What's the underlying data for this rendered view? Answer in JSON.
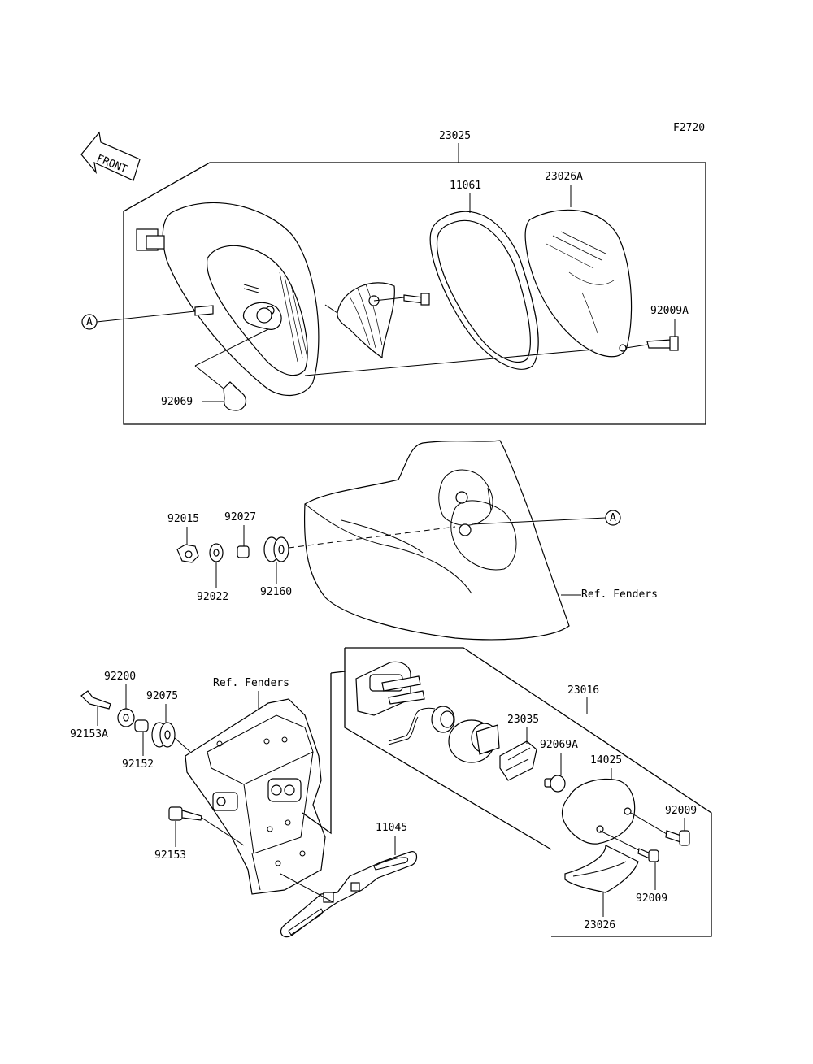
{
  "figure_id": "F2720",
  "front_label": "FRONT",
  "ref_marker": "A",
  "ref_fenders": "Ref. Fenders",
  "parts": {
    "p23025": "23025",
    "p11061": "11061",
    "p23026A": "23026A",
    "p92009A": "92009A",
    "p92069": "92069",
    "p92015": "92015",
    "p92027": "92027",
    "p92022": "92022",
    "p92160": "92160",
    "p92200": "92200",
    "p92075": "92075",
    "p92153A": "92153A",
    "p92152": "92152",
    "p92153": "92153",
    "p11045": "11045",
    "p23016": "23016",
    "p23035": "23035",
    "p92069A": "92069A",
    "p14025": "14025",
    "p92009_a": "92009",
    "p92009_b": "92009",
    "p23026": "23026"
  }
}
